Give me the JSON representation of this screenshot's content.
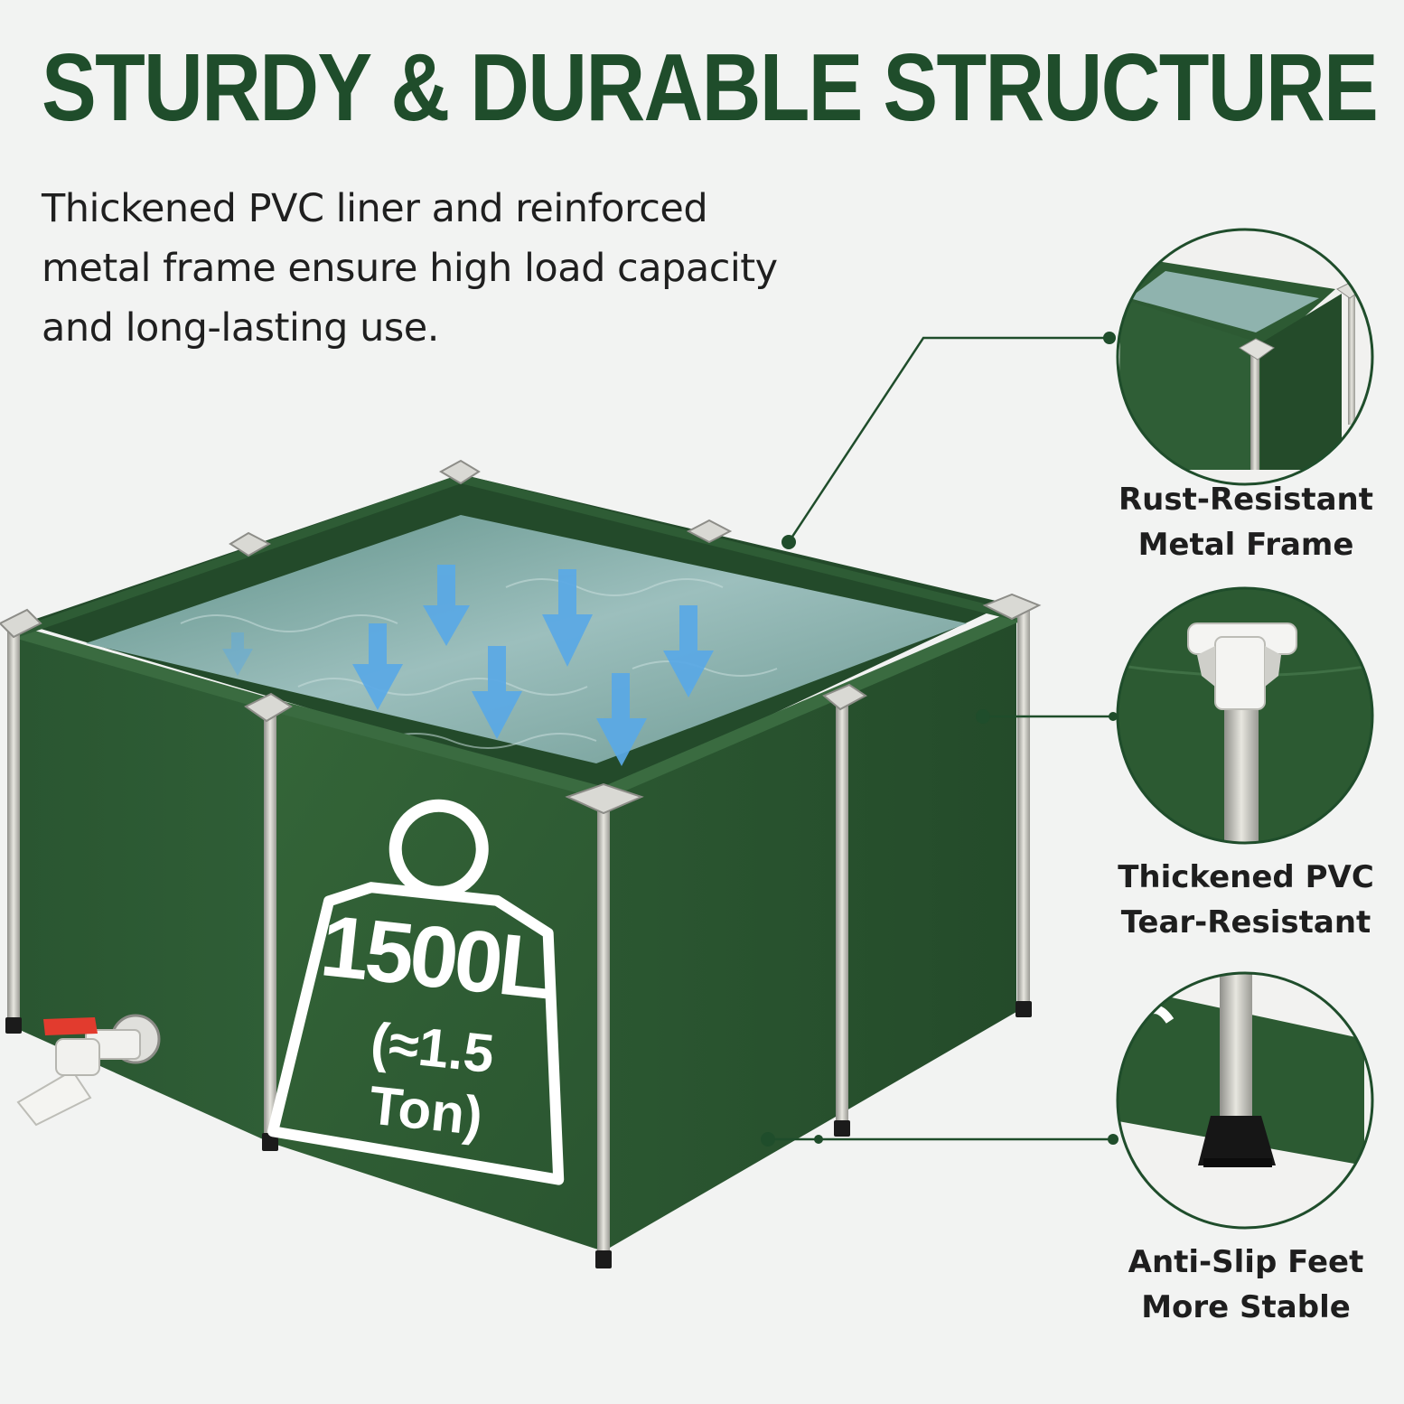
{
  "heading": {
    "title": "STURDY & DURABLE STRUCTURE",
    "subtitle": "Thickened PVC liner and reinforced metal frame ensure high load capacity and long-lasting use."
  },
  "badge": {
    "capacity": "1500L",
    "weight": "(≈1.5 Ton)"
  },
  "callouts": [
    {
      "line1": "Rust-Resistant",
      "line2": "Metal Frame"
    },
    {
      "line1": "Thickened PVC",
      "line2": "Tear-Resistant"
    },
    {
      "line1": "Anti-Slip Feet",
      "line2": "More Stable"
    }
  ],
  "colors": {
    "brand_green": "#1f4d2b",
    "pool_green": "#2f5e35",
    "water": "#7fa9a8",
    "arrow_blue": "#5aa9e6",
    "valve_red": "#e23b2e"
  }
}
